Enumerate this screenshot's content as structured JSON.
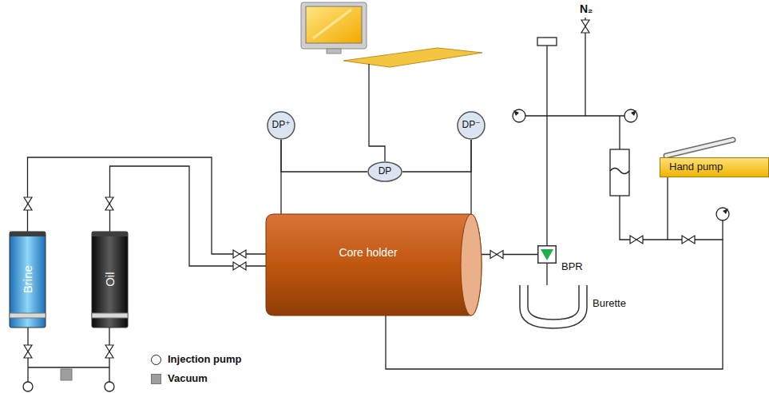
{
  "diagram": {
    "nodes": [
      {
        "text": [
          "DP⁺"
        ]
      },
      {
        "text": [
          "DP⁻"
        ]
      },
      {
        "text": [
          "DP"
        ]
      },
      {
        "text": [
          "Hand pump"
        ]
      },
      {
        "text": [
          "Brine"
        ]
      },
      {
        "text": [
          "Oil"
        ]
      },
      {
        "text": [
          "Core holder"
        ]
      },
      {
        "text": [
          "BPR"
        ]
      },
      {
        "text": [
          "Burette"
        ]
      }
    ],
    "edges": [
      {
        "from": 0,
        "to": 6,
        "arrow": "none"
      },
      {
        "from": 1,
        "to": 6,
        "arrow": "none"
      },
      {
        "from": 0,
        "to": 2,
        "arrow": "none"
      },
      {
        "from": 2,
        "to": 1,
        "arrow": "none"
      },
      {
        "from": 4,
        "to": 6,
        "arrow": "none"
      },
      {
        "from": 5,
        "to": 6,
        "arrow": "none"
      },
      {
        "from": 6,
        "to": 7,
        "arrow": "none"
      },
      {
        "from": 7,
        "to": 8,
        "arrow": "none"
      },
      {
        "from": 3,
        "to": 6,
        "arrow": "none"
      }
    ],
    "labels": [
      "N₂"
    ],
    "legend": [
      {
        "text": "Injection pump"
      },
      {
        "text": "Vacuum",
        "color": "#9e9e9e"
      }
    ]
  }
}
